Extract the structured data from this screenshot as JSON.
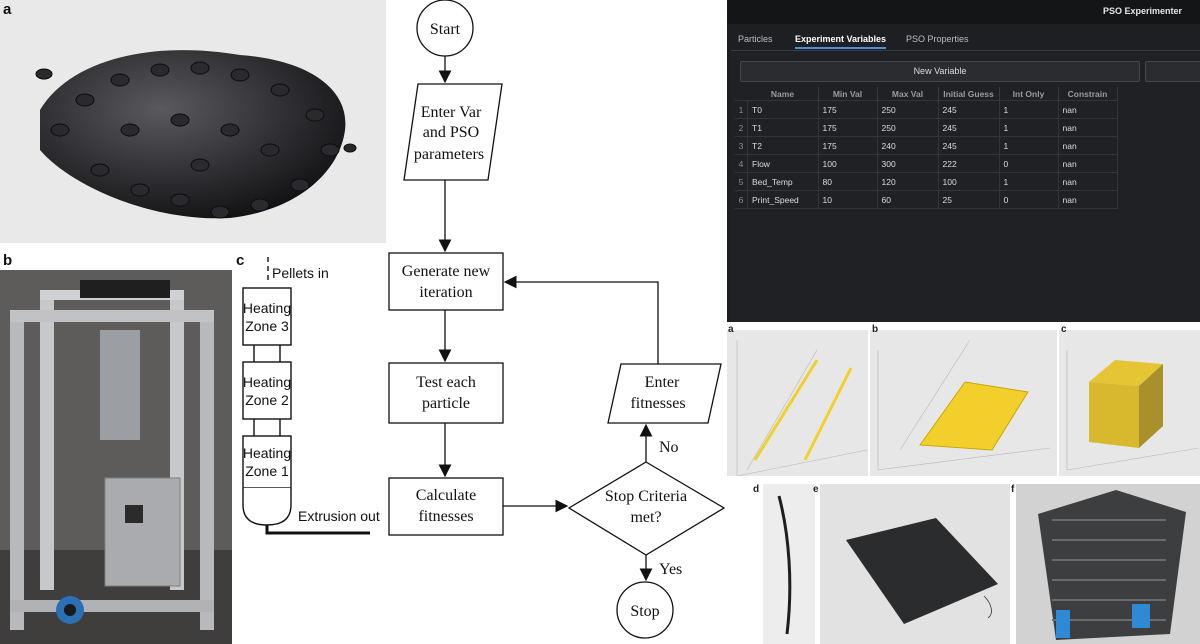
{
  "panel_labels": {
    "a": "a",
    "b": "b",
    "c": "c"
  },
  "sub_labels": {
    "a": "a",
    "b": "b",
    "c": "c",
    "d": "d",
    "e": "e",
    "f": "f"
  },
  "colors": {
    "window_bg": "#1e1f22",
    "accent_tab": "#4a90e2",
    "cad_yellow": "#f2cf2a",
    "cad_bg": "#e7e7e7"
  },
  "flowchart": {
    "start": "Start",
    "enter_var": [
      "Enter Var",
      "and PSO",
      "parameters"
    ],
    "generate": [
      "Generate new",
      "iteration"
    ],
    "test": [
      "Test each",
      "particle"
    ],
    "calculate": [
      "Calculate",
      "fitnesses"
    ],
    "decision": [
      "Stop Criteria",
      "met?"
    ],
    "enter_fit": [
      "Enter",
      "fitnesses"
    ],
    "no": "No",
    "yes": "Yes",
    "stop": "Stop"
  },
  "extruder": {
    "pellets_in": "Pellets in",
    "zone3": [
      "Heating",
      "Zone 3"
    ],
    "zone2": [
      "Heating",
      "Zone 2"
    ],
    "zone1": [
      "Heating",
      "Zone 1"
    ],
    "extrusion_out": "Extrusion out"
  },
  "app": {
    "title": "PSO Experimenter",
    "tabs": [
      "Particles",
      "Experiment Variables",
      "PSO Properties"
    ],
    "active_tab": "Experiment Variables",
    "new_variable_label": "New Variable",
    "columns": [
      "Name",
      "Min Val",
      "Max Val",
      "Initial Guess",
      "Int Only",
      "Constrain"
    ],
    "rows": [
      {
        "idx": "1",
        "cells": [
          "T0",
          "175",
          "250",
          "245",
          "1",
          "nan"
        ]
      },
      {
        "idx": "2",
        "cells": [
          "T1",
          "175",
          "250",
          "245",
          "1",
          "nan"
        ]
      },
      {
        "idx": "3",
        "cells": [
          "T2",
          "175",
          "240",
          "245",
          "1",
          "nan"
        ]
      },
      {
        "idx": "4",
        "cells": [
          "Flow",
          "100",
          "300",
          "222",
          "0",
          "nan"
        ]
      },
      {
        "idx": "5",
        "cells": [
          "Bed_Temp",
          "80",
          "120",
          "100",
          "1",
          "nan"
        ]
      },
      {
        "idx": "6",
        "cells": [
          "Print_Speed",
          "10",
          "60",
          "25",
          "0",
          "nan"
        ]
      }
    ]
  }
}
